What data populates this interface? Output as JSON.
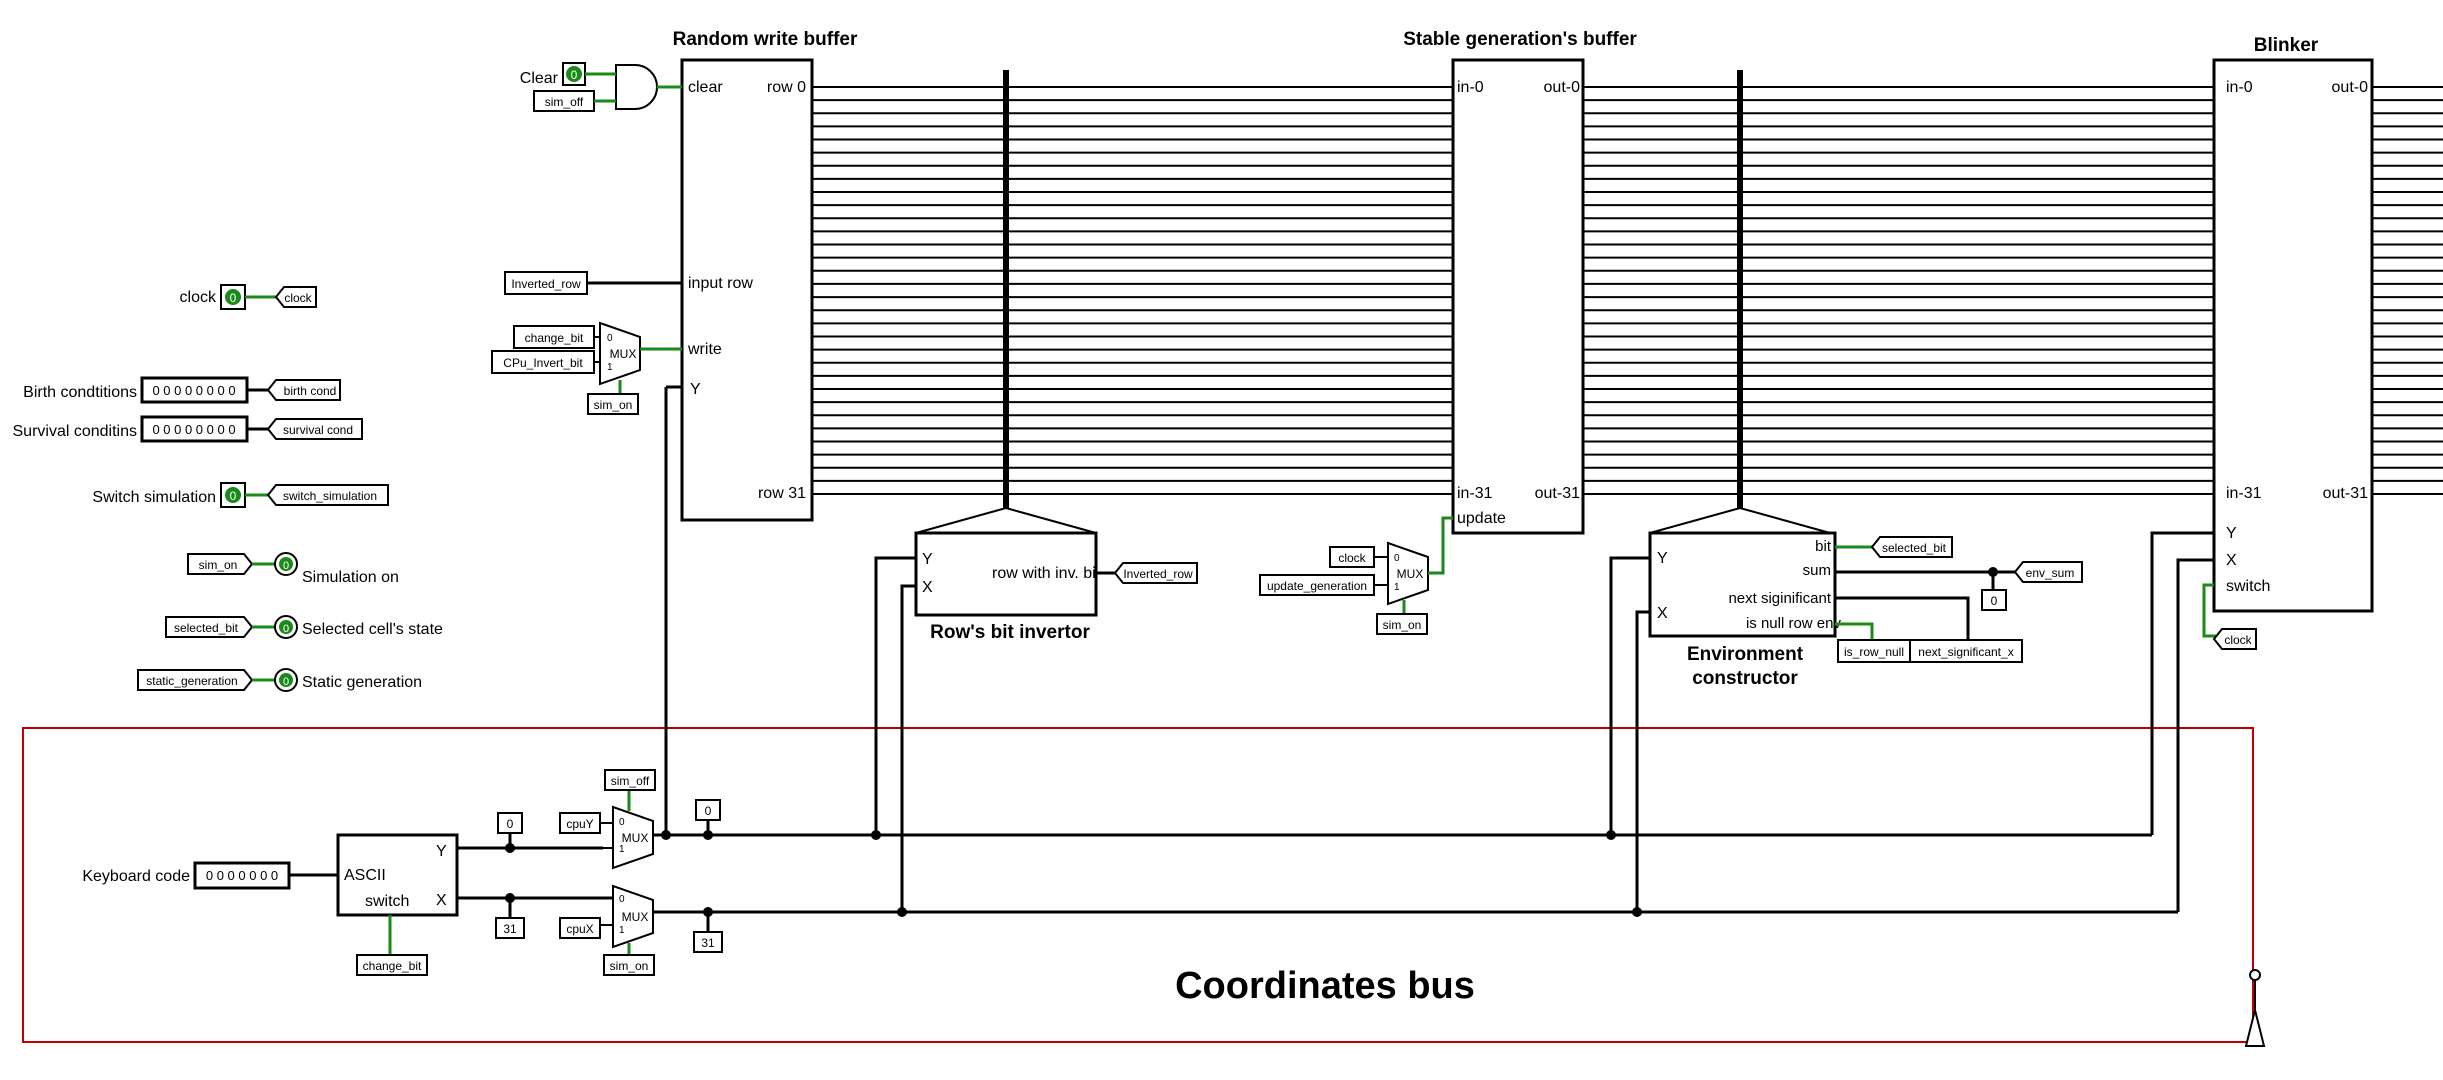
{
  "titles": {
    "random_write_buffer": "Random write buffer",
    "stable_buffer": "Stable generation's buffer",
    "blinker": "Blinker",
    "row_inverter": "Row's bit invertor",
    "environment_line1": "Environment",
    "environment_line2": "constructor",
    "coordinates_bus": "Coordinates bus"
  },
  "inputs": {
    "clear": {
      "label": "Clear",
      "value": "0"
    },
    "clock": {
      "label": "clock",
      "value": "0"
    },
    "birth": {
      "label": "Birth condtitions",
      "value": "0 0 0 0 0 0 0 0"
    },
    "survival": {
      "label": "Survival conditins",
      "value": "0 0 0 0 0 0 0 0"
    },
    "switch_sim": {
      "label": "Switch simulation",
      "value": "0"
    },
    "keyboard": {
      "label": "Keyboard code",
      "value": "0 0 0 0 0 0 0"
    }
  },
  "outputs": {
    "sim_on": {
      "label": "Simulation on",
      "value": "0"
    },
    "selected": {
      "label": "Selected cell's state",
      "value": "0"
    },
    "static_gen": {
      "label": "Static generation",
      "value": "0"
    }
  },
  "tunnels": {
    "sim_off": "sim_off",
    "clock": "clock",
    "inverted_row": "Inverted_row",
    "change_bit": "change_bit",
    "cpu_invert_bit": "CPu_Invert_bit",
    "sim_on": "sim_on",
    "birth_cond": "birth cond",
    "survival_cond": "survival cond",
    "switch_simulation": "switch_simulation",
    "selected_bit": "selected_bit",
    "static_generation": "static_generation",
    "update_generation": "update_generation",
    "env_sum": "env_sum",
    "is_row_null": "is_row_null",
    "next_significant_x": "next_significant_x",
    "cpuY": "cpuY",
    "cpuX": "cpuX"
  },
  "pins": {
    "clear": "clear",
    "row0": "row 0",
    "input_row": "input row",
    "write": "write",
    "y": "Y",
    "row31": "row 31",
    "in0": "in-0",
    "out0": "out-0",
    "in31": "in-31",
    "out31": "out-31",
    "update": "update",
    "x": "X",
    "switch": "switch",
    "row_with_inv": "row with inv. bi",
    "bit": "bit",
    "sum": "sum",
    "next_sig": "next siginificant",
    "is_null": "is null row env",
    "ascii": "ASCII",
    "mux": "MUX",
    "zero": "0",
    "one": "1"
  },
  "constants": {
    "c0": "0",
    "c31": "31"
  }
}
